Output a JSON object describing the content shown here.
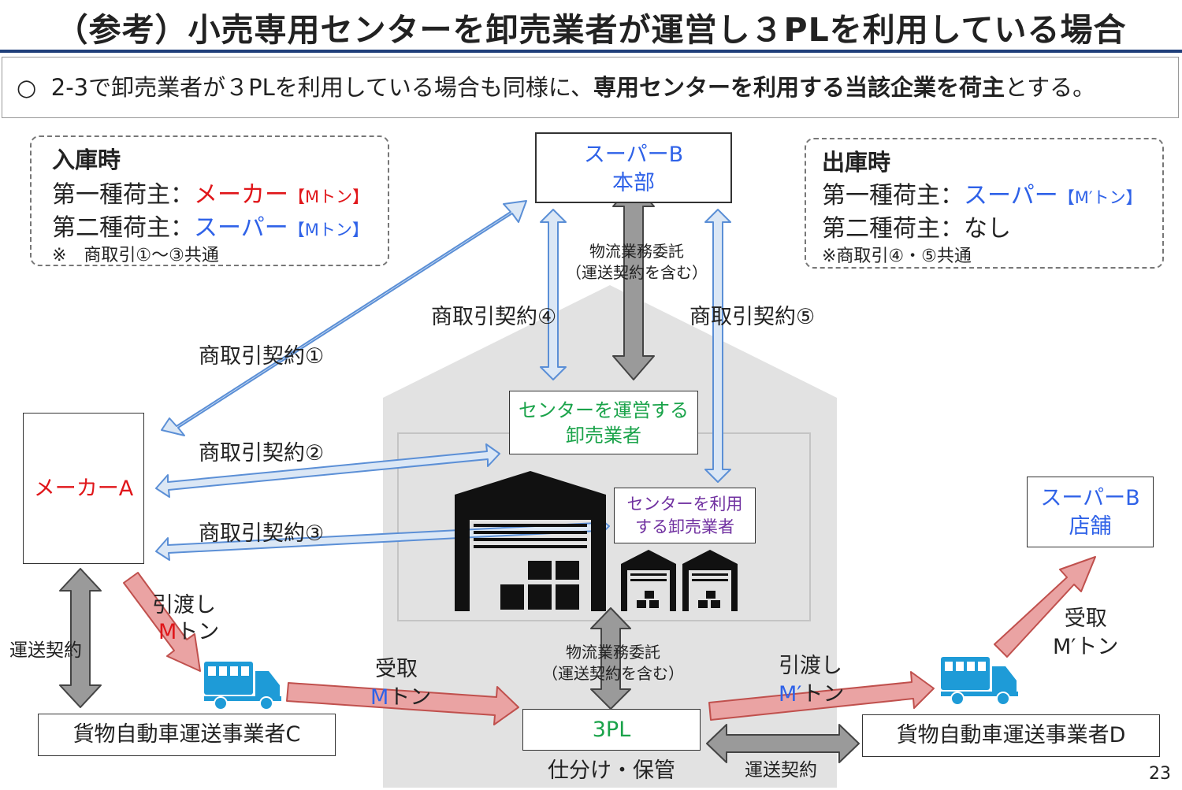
{
  "title": "（参考）小売専用センターを卸売業者が運営し３PLを利用している場合",
  "summary": {
    "bullet": "○",
    "lead": "2-3で卸売業者が３PLを利用している場合も同様に、",
    "bold": "専用センターを利用する当該企業を荷主",
    "tail": "とする。"
  },
  "inbound": {
    "heading": "入庫時",
    "row1_label": "第一種荷主：",
    "row1_value": "メーカー",
    "row1_unit": "【Mトン】",
    "row2_label": "第二種荷主：",
    "row2_value": "スーパー",
    "row2_unit": "【Mトン】",
    "note": "※　商取引①～③共通"
  },
  "outbound": {
    "heading": "出庫時",
    "row1_label": "第一種荷主：",
    "row1_value": "スーパー",
    "row1_unit": "【M′トン】",
    "row2_label": "第二種荷主：",
    "row2_value": "なし",
    "note": "※商取引④・⑤共通"
  },
  "nodes": {
    "super_hq_line1": "スーパーB",
    "super_hq_line2": "本部",
    "operator_line1": "センターを運営する",
    "operator_line2": "卸売業者",
    "user_line1": "センターを利用",
    "user_line2": "する卸売業者",
    "maker": "メーカーA",
    "super_store_line1": "スーパーB",
    "super_store_line2": "店舗",
    "carrier_c": "貨物自動車運送事業者C",
    "tpl": "3PL",
    "tpl_sub": "仕分け・保管",
    "carrier_d": "貨物自動車運送事業者D"
  },
  "labels": {
    "contract1": "商取引契約①",
    "contract2": "商取引契約②",
    "contract3": "商取引契約③",
    "contract4": "商取引契約④",
    "contract5": "商取引契約⑤",
    "logi_top_1": "物流業務委託",
    "logi_top_2": "（運送契約を含む）",
    "logi_mid_1": "物流業務委託",
    "logi_mid_2": "（運送契約を含む）",
    "transport_left": "運送契約",
    "transport_bottom": "運送契約",
    "handover_left_1": "引渡し",
    "handover_left_2_prefix": "M",
    "handover_left_2_suffix": "トン",
    "receive_mid_1": "受取",
    "receive_mid_2_prefix": "M",
    "receive_mid_2_suffix": "トン",
    "handover_right_1": "引渡し",
    "handover_right_2_prefix": "M′",
    "handover_right_2_suffix": "トン",
    "receive_right_1": "受取",
    "receive_right_2": "M′トン"
  },
  "page_number": "23",
  "colors": {
    "title_rule": "#1f3f7a",
    "red": "#e0161a",
    "blue": "#2f62e8",
    "green": "#1aa34a",
    "purple": "#7030a0",
    "light_arrow": "#dbe7f5",
    "light_arrow_stroke": "#5b8fd6",
    "pink_arrow": "#eaa3a3",
    "gray_arrow": "#9a9a9a",
    "truck": "#1e9bd7",
    "house": "#e2e2e2"
  },
  "icons": [
    "warehouse-icon",
    "small-warehouse-icon",
    "truck-icon"
  ]
}
